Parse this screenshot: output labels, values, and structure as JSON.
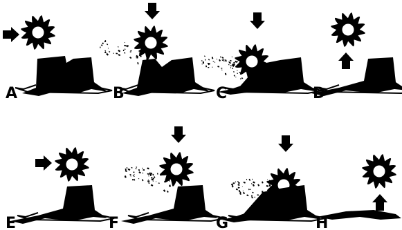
{
  "colors": {
    "ink": "#000000",
    "background": "#ffffff"
  },
  "icons": {
    "cutter": "saw-blade-icon",
    "arrow_right": "arrow-right-icon",
    "arrow_down": "arrow-down-icon",
    "arrow_up": "arrow-up-icon",
    "stump": "tree-stump-icon",
    "chips": "wood-chips-icon"
  },
  "panels": [
    {
      "id": "A",
      "label": "A"
    },
    {
      "id": "B",
      "label": "B"
    },
    {
      "id": "C",
      "label": "C"
    },
    {
      "id": "D",
      "label": "D"
    },
    {
      "id": "E",
      "label": "E"
    },
    {
      "id": "F",
      "label": "F"
    },
    {
      "id": "G",
      "label": "G"
    },
    {
      "id": "H",
      "label": "H"
    }
  ]
}
